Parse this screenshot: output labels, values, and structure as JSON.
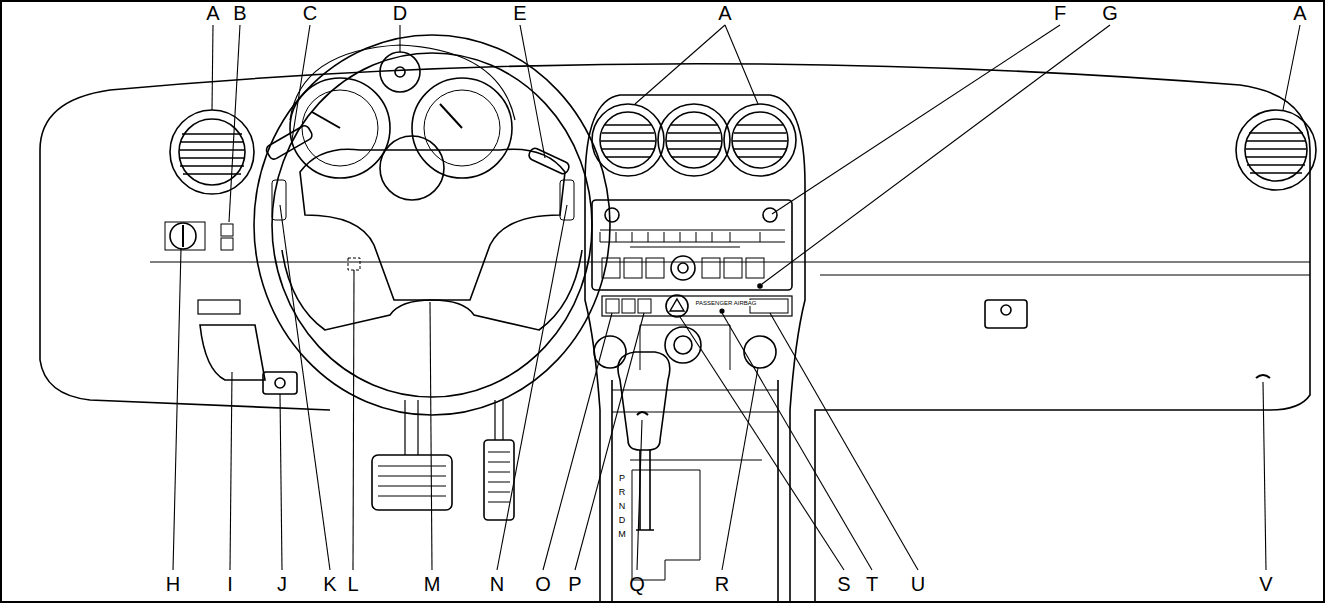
{
  "diagram": {
    "labels": [
      "A",
      "B",
      "C",
      "D",
      "E",
      "A",
      "F",
      "G",
      "A",
      "H",
      "I",
      "J",
      "K",
      "L",
      "M",
      "N",
      "O",
      "P",
      "Q",
      "R",
      "S",
      "T",
      "U",
      "V",
      "PASSENGER AIRBAG",
      "P",
      "R",
      "N",
      "D",
      "M"
    ]
  }
}
